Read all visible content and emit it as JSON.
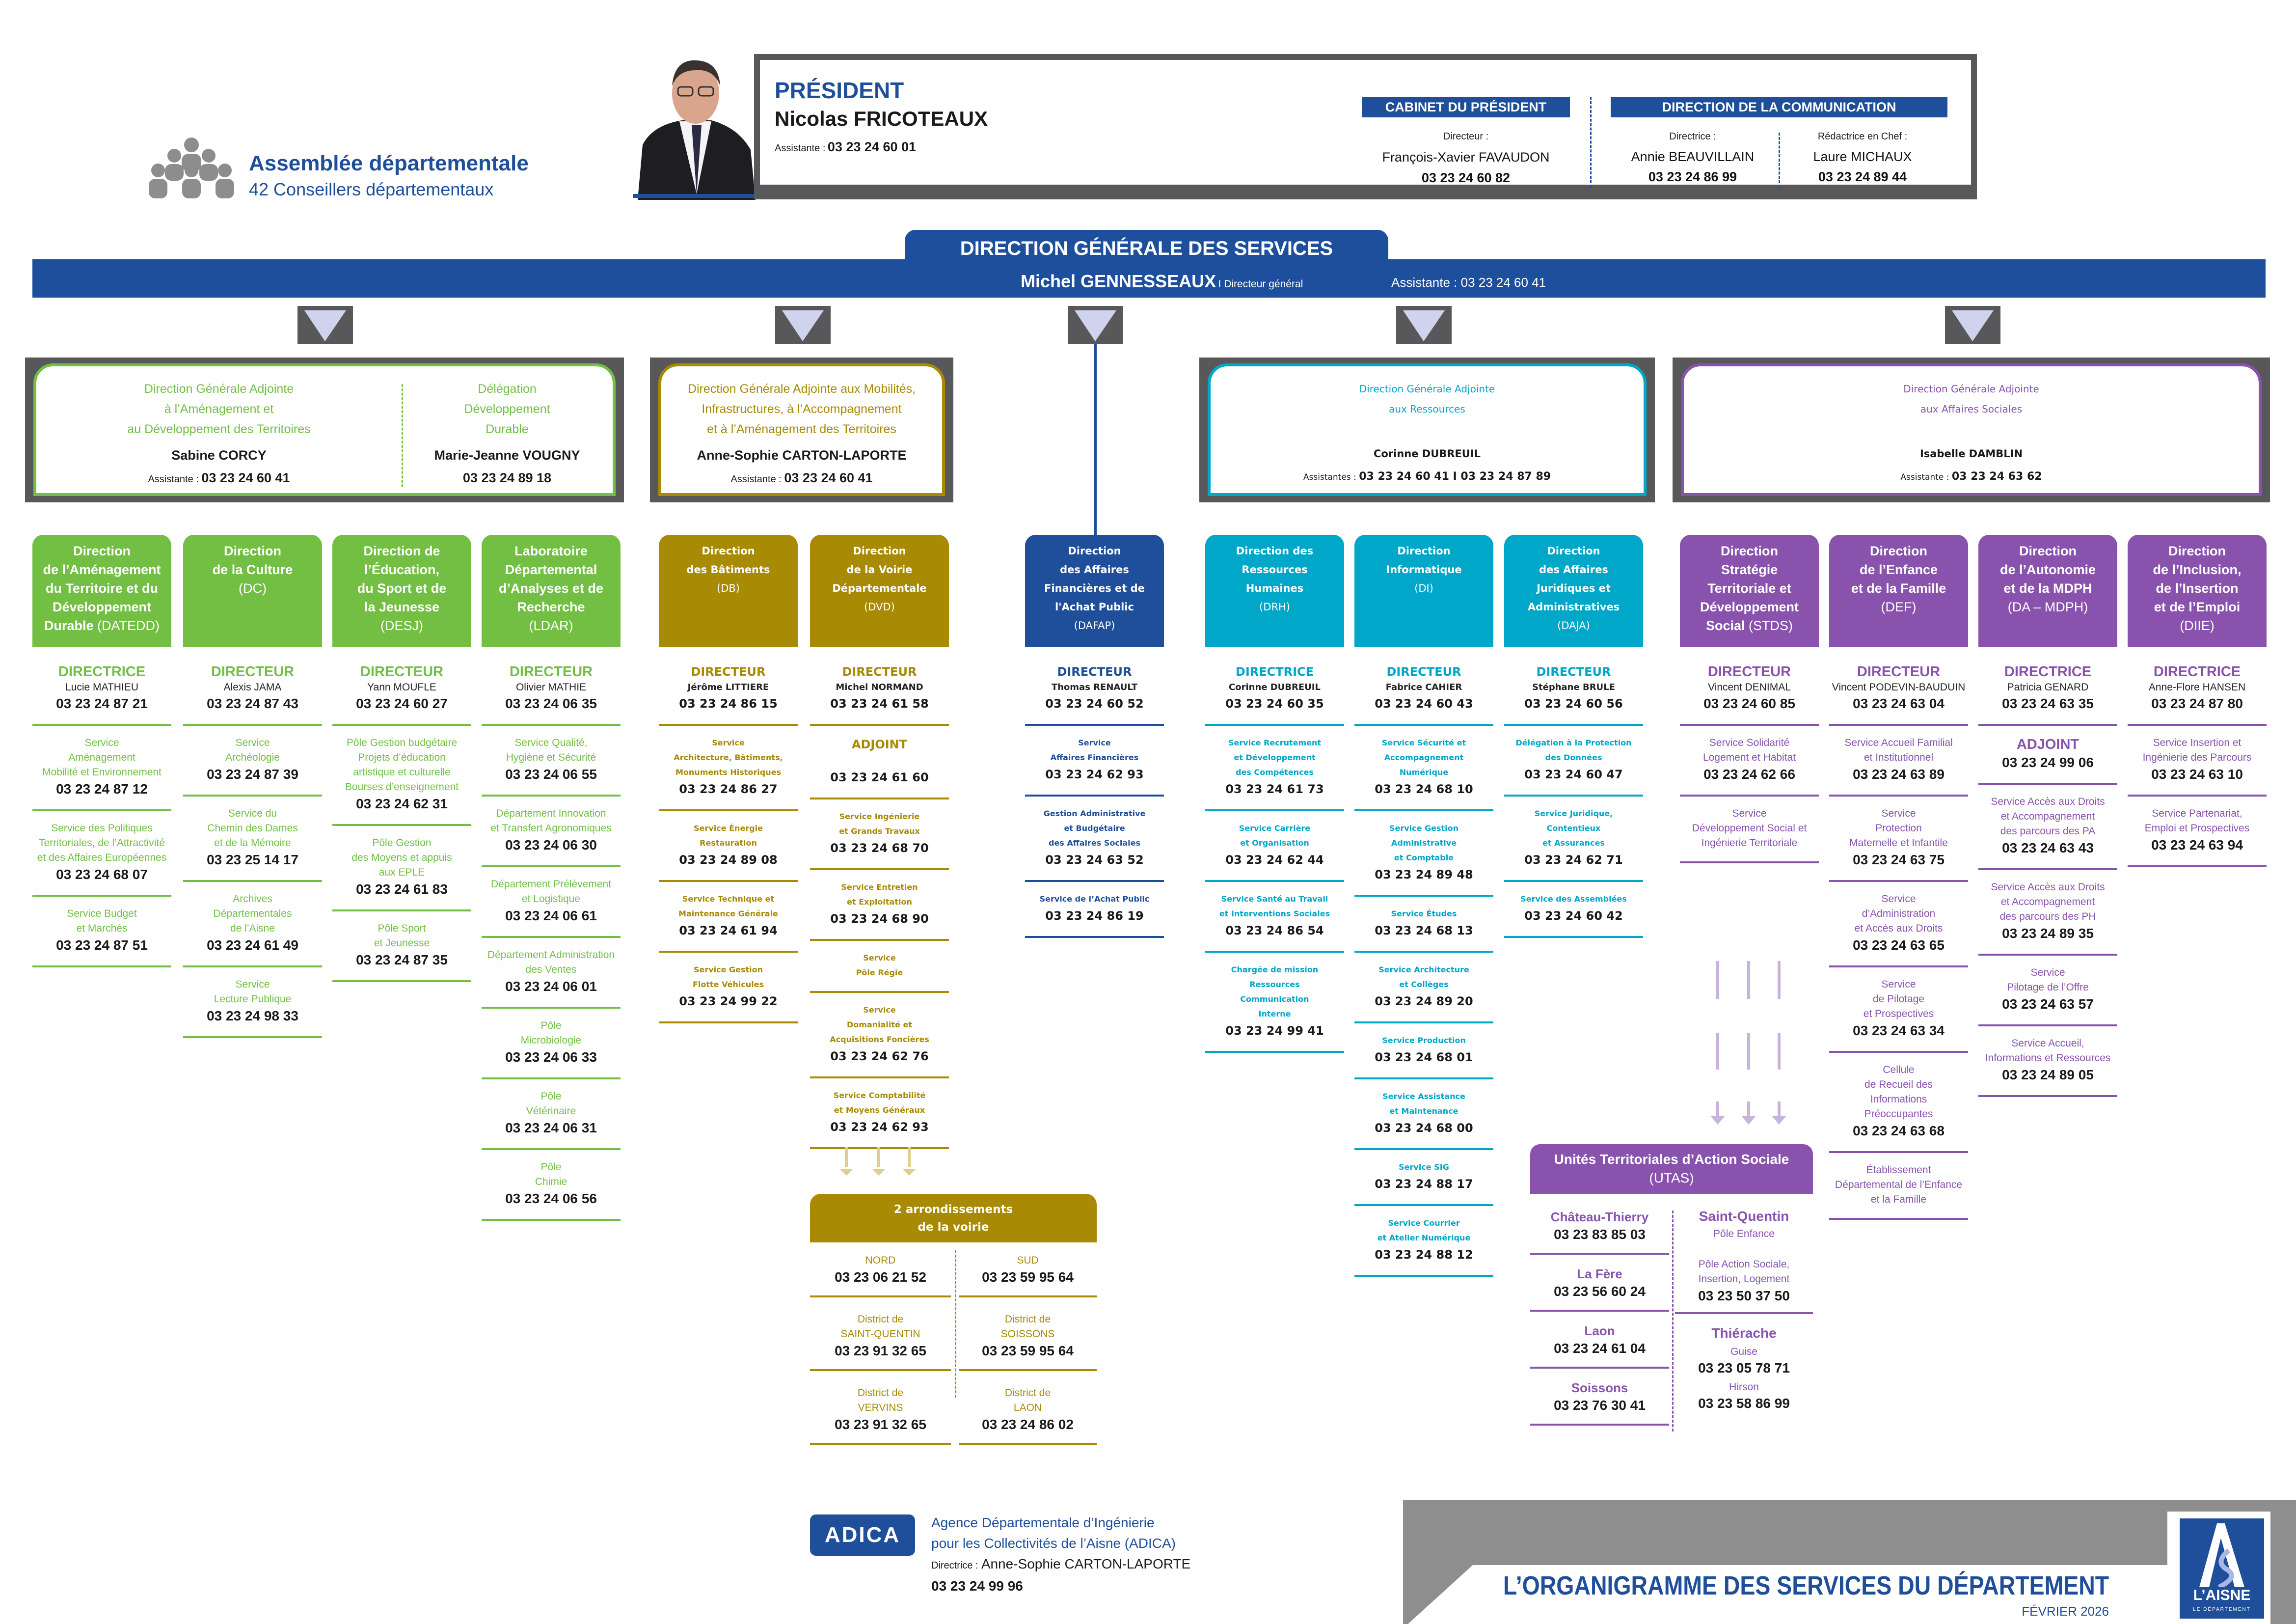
{
  "assembly": {
    "title": "Assemblée départementale",
    "subtitle": "42 Conseillers départementaux"
  },
  "president": {
    "role": "PRÉSIDENT",
    "name": "Nicolas FRICOTEAUX",
    "assistant_label": "Assistante :",
    "assistant_phone": "03 23 24 60 01"
  },
  "cabinet": {
    "label": "CABINET DU PRÉSIDENT",
    "role": "Directeur :",
    "name": "François-Xavier FAVAUDON",
    "phone": "03 23 24 60 82"
  },
  "communication": {
    "label": "DIRECTION DE LA COMMUNICATION",
    "people": [
      {
        "role": "Directrice :",
        "name": "Annie BEAUVILLAIN",
        "phone": "03 23 24 86 99"
      },
      {
        "role": "Rédactrice en Chef :",
        "name": "Laure MICHAUX",
        "phone": "03 23 24 89 44"
      }
    ]
  },
  "dgs": {
    "title": "DIRECTION GÉNÉRALE DES SERVICES",
    "name": "Michel GENNESSEAUX",
    "role": "I Directeur général",
    "assistant": "Assistante : 03 23 24 60 41"
  },
  "colors": {
    "green": "#72bf44",
    "gold": "#a88a05",
    "blue": "#1f4e9a",
    "cyan": "#00a7c8",
    "purple": "#8953ad",
    "gray": "#58585a"
  },
  "dga": [
    {
      "color": "green",
      "sections": [
        {
          "title": "Direction Générale Adjointe\nà l’Aménagement et\nau Développement des Territoires",
          "name": "Sabine CORCY",
          "assistant_label": "Assistante :",
          "phone": "03 23 24 60 41"
        },
        {
          "title": "Délégation\nDéveloppement\nDurable",
          "name": "Marie-Jeanne VOUGNY",
          "assistant_label": "",
          "phone": "03 23 24 89 18"
        }
      ]
    },
    {
      "color": "gold",
      "sections": [
        {
          "title": "Direction Générale Adjointe aux Mobilités,\nInfrastructures, à l’Accompagnement\net à l’Aménagement des Territoires",
          "name": "Anne-Sophie CARTON-LAPORTE",
          "assistant_label": "Assistante :",
          "phone": "03 23 24 60 41"
        }
      ]
    },
    {
      "color": "cyan",
      "sections": [
        {
          "title": "Direction Générale Adjointe\naux Ressources",
          "name": "Corinne DUBREUIL",
          "assistant_label": "Assistantes :",
          "phone": "03 23 24 60 41  I  03 23 24 87 89"
        }
      ]
    },
    {
      "color": "purple",
      "sections": [
        {
          "title": "Direction Générale Adjointe\naux Affaires Sociales",
          "name": "Isabelle DAMBLIN",
          "assistant_label": "Assistante :",
          "phone": "03 23 24 63 62"
        }
      ]
    }
  ],
  "columns": [
    {
      "color": "green",
      "title": "Direction\nde l’Aménagement\ndu Territoire et du\nDéveloppement\nDurable ",
      "abbr": "(DATEDD)",
      "director": {
        "role": "DIRECTRICE",
        "name": "Lucie MATHIEU",
        "phone": "03 23 24 87 21"
      },
      "items": [
        {
          "label": "Service\nAménagement\nMobilité et Environnement",
          "phone": "03 23 24 87 12"
        },
        {
          "label": "Service des Politiques\nTerritoriales, de l’Attractivité\net des Affaires Européennes",
          "phone": "03 23 24 68 07"
        },
        {
          "label": "Service Budget\net Marchés",
          "phone": "03 23 24 87 51"
        }
      ]
    },
    {
      "color": "green",
      "title": "Direction\nde la Culture\n",
      "abbr": "(DC)",
      "director": {
        "role": "DIRECTEUR",
        "name": "Alexis JAMA",
        "phone": "03 23 24 87 43"
      },
      "items": [
        {
          "label": "Service\nArchéologie",
          "phone": "03 23 24 87 39"
        },
        {
          "label": "Service du\nChemin des Dames\net de la Mémoire",
          "phone": "03 23 25 14 17"
        },
        {
          "label": "Archives\nDépartementales\nde l’Aisne",
          "phone": "03 23 24 61 49"
        },
        {
          "label": "Service\nLecture Publique",
          "phone": "03 23 24 98 33"
        }
      ]
    },
    {
      "color": "green",
      "title": "Direction de\nl’Éducation,\ndu Sport et de\nla Jeunesse\n",
      "abbr": "(DESJ)",
      "director": {
        "role": "DIRECTEUR",
        "name": "Yann MOUFLE",
        "phone": "03 23 24 60 27"
      },
      "items": [
        {
          "label": "Pôle Gestion budgétaire\nProjets d’éducation\nartistique et culturelle\nBourses d’enseignement",
          "phone": "03 23 24 62 31"
        },
        {
          "label": "Pôle Gestion\ndes Moyens et appuis\naux EPLE",
          "phone": "03 23 24 61 83"
        },
        {
          "label": "Pôle Sport\net Jeunesse",
          "phone": "03 23 24 87 35"
        }
      ]
    },
    {
      "color": "green",
      "title": "Laboratoire\nDépartemental\nd’Analyses et de\nRecherche\n",
      "abbr": "(LDAR)",
      "director": {
        "role": "DIRECTEUR",
        "name": "Olivier MATHIE",
        "phone": "03 23 24 06 35"
      },
      "items": [
        {
          "label": "Service Qualité,\nHygiène et Sécurité",
          "phone": "03 23 24 06 55"
        },
        {
          "label": "Département Innovation\net Transfert Agronomiques",
          "phone": "03 23 24 06 30"
        },
        {
          "label": "Département Prélèvement\net Logistique",
          "phone": "03 23 24 06 61"
        },
        {
          "label": "Département Administration\ndes Ventes",
          "phone": "03 23 24 06 01"
        },
        {
          "label": "Pôle\nMicrobiologie",
          "phone": "03 23 24 06 33"
        },
        {
          "label": "Pôle\nVétérinaire",
          "phone": "03 23 24 06 31"
        },
        {
          "label": "Pôle\nChimie",
          "phone": "03 23 24 06 56"
        }
      ]
    },
    {
      "color": "gold",
      "title": "Direction\ndes Bâtiments\n",
      "abbr": "(DB)",
      "director": {
        "role": "DIRECTEUR",
        "name": "Jérôme LITTIERE",
        "phone": "03 23 24 86 15"
      },
      "items": [
        {
          "label": "Service\nArchitecture, Bâtiments,\nMonuments Historiques",
          "phone": "03 23 24 86 27"
        },
        {
          "label": "Service Énergie\nRestauration",
          "phone": "03 23 24 89 08"
        },
        {
          "label": "Service Technique et\nMaintenance Générale",
          "phone": "03 23 24 61 94"
        },
        {
          "label": "Service Gestion\nFlotte Véhicules",
          "phone": "03 23 24 99 22"
        }
      ]
    },
    {
      "color": "gold",
      "title": "Direction\nde la Voirie\nDépartementale\n",
      "abbr": "(DVD)",
      "director": {
        "role": "DIRECTEUR",
        "name": "Michel NORMAND",
        "phone": "03 23 24 61 58"
      },
      "items": [
        {
          "role": "ADJOINT",
          "phone": "03 23 24 61 60"
        },
        {
          "label": "Service Ingénierie\net Grands Travaux",
          "phone": "03 23 24 68 70"
        },
        {
          "label": "Service Entretien\net Exploitation",
          "phone": "03 23 24 68 90"
        },
        {
          "label": "Service\nPôle Régie"
        },
        {
          "label": "Service\nDomanialité et\nAcquisitions Foncières",
          "phone": "03 23 24 62 76"
        },
        {
          "label": "Service Comptabilité\net Moyens Généraux",
          "phone": "03 23 24 62 93"
        }
      ]
    },
    {
      "color": "blue",
      "title": "Direction\ndes Affaires\nFinancières et de\nl'Achat Public\n",
      "abbr": "(DAFAP)",
      "director": {
        "role": "DIRECTEUR",
        "name": "Thomas RENAULT",
        "phone": "03 23 24 60 52"
      },
      "items": [
        {
          "label": "Service\nAffaires Financières",
          "phone": "03 23 24 62 93"
        },
        {
          "label": "Gestion Administrative\net Budgétaire\ndes Affaires Sociales",
          "phone": "03 23 24 63 52"
        },
        {
          "label": "Service de l’Achat Public",
          "phone": "03 23 24 86 19"
        }
      ]
    },
    {
      "color": "cyan",
      "title": "Direction des\nRessources\nHumaines\n",
      "abbr": "(DRH)",
      "director": {
        "role": "DIRECTRICE",
        "name": "Corinne DUBREUIL",
        "phone": "03 23 24 60 35"
      },
      "items": [
        {
          "label": "Service Recrutement\net Développement\ndes Compétences",
          "phone": "03 23 24 61 73"
        },
        {
          "label": "Service Carrière\net Organisation",
          "phone": "03 23 24 62 44"
        },
        {
          "label": "Service Santé au Travail\net Interventions Sociales",
          "phone": "03 23 24 86 54"
        },
        {
          "label": "Chargée de mission\nRessources\nCommunication\nInterne",
          "phone": "03 23 24 99 41"
        }
      ]
    },
    {
      "color": "cyan",
      "title": "Direction\nInformatique\n",
      "abbr": "(DI)",
      "director": {
        "role": "DIRECTEUR",
        "name": "Fabrice CAHIER",
        "phone": "03 23 24 60 43"
      },
      "items": [
        {
          "label": "Service Sécurité et\nAccompagnement\nNumérique",
          "phone": "03 23 24 68 10"
        },
        {
          "label": "Service Gestion\nAdministrative\net Comptable",
          "phone": "03 23 24 89 48"
        },
        {
          "label": "Service Études",
          "phone": "03 23 24 68 13"
        },
        {
          "label": "Service Architecture\net Collèges",
          "phone": "03 23 24 89 20"
        },
        {
          "label": "Service Production",
          "phone": "03 23 24 68 01"
        },
        {
          "label": "Service Assistance\net Maintenance",
          "phone": "03 23 24 68 00"
        },
        {
          "label": "Service SIG",
          "phone": "03 23 24 88 17"
        },
        {
          "label": "Service Courrier\net Atelier Numérique",
          "phone": "03 23 24 88 12"
        }
      ]
    },
    {
      "color": "cyan",
      "title": "Direction\ndes Affaires\nJuridiques et\nAdministratives\n",
      "abbr": "(DAJA)",
      "director": {
        "role": "DIRECTEUR",
        "name": "Stéphane BRULE",
        "phone": "03 23 24 60 56"
      },
      "items": [
        {
          "label": "Délégation à la Protection\ndes Données",
          "phone": "03 23 24 60 47"
        },
        {
          "label": "Service Juridique,\nContentieux\net Assurances",
          "phone": "03 23 24 62 71"
        },
        {
          "label": "Service des Assemblées",
          "phone": "03 23 24 60 42"
        }
      ]
    },
    {
      "color": "purple",
      "title": "Direction\nStratégie\nTerritoriale et\nDéveloppement\nSocial ",
      "abbr": "(STDS)",
      "director": {
        "role": "DIRECTEUR",
        "name": "Vincent DENIMAL",
        "phone": "03 23 24 60 85"
      },
      "items": [
        {
          "label": "Service Solidarité\nLogement et Habitat",
          "phone": "03 23 24 62 66"
        },
        {
          "label": "Service\nDéveloppement Social et\nIngénierie Territoriale"
        }
      ]
    },
    {
      "color": "purple",
      "title": "Direction\nde l’Enfance\net de la Famille\n",
      "abbr": "(DEF)",
      "director": {
        "role": "DIRECTEUR",
        "name": "Vincent PODEVIN-BAUDUIN",
        "phone": "03 23 24 63 04"
      },
      "items": [
        {
          "label": "Service Accueil Familial\net Institutionnel",
          "phone": "03 23 24 63 89"
        },
        {
          "label": "Service\nProtection\nMaternelle et Infantile",
          "phone": "03 23 24 63 75"
        },
        {
          "label": "Service\nd’Administration\net Accès aux Droits",
          "phone": "03 23 24 63 65"
        },
        {
          "label": "Service\nde Pilotage\net Prospectives",
          "phone": "03 23 24 63 34"
        },
        {
          "label": "Cellule\nde Recueil des\nInformations\nPréoccupantes",
          "phone": "03 23 24 63 68"
        },
        {
          "label": "Établissement\nDépartemental de l’Enfance\net la Famille"
        }
      ]
    },
    {
      "color": "purple",
      "title": "Direction\nde l’Autonomie\net de la MDPH\n",
      "abbr": "(DA – MDPH)",
      "director": {
        "role": "DIRECTRICE",
        "name": "Patricia GENARD",
        "phone": "03 23 24 63 35"
      },
      "items": [
        {
          "role": "ADJOINT",
          "phone": "03 23 24 99 06",
          "compact": true
        },
        {
          "label": "Service Accès aux Droits\net Accompagnement\ndes parcours des PA",
          "phone": "03 23 24 63 43"
        },
        {
          "label": "Service Accès aux Droits\net Accompagnement\ndes parcours des PH",
          "phone": "03 23 24 89 35"
        },
        {
          "label": "Service\nPilotage de l’Offre",
          "phone": "03 23 24 63 57"
        },
        {
          "label": "Service Accueil,\nInformations et Ressources",
          "phone": "03 23 24 89 05"
        }
      ]
    },
    {
      "color": "purple",
      "title": "Direction\nde l’Inclusion,\nde l’Insertion\net de l’Emploi\n",
      "abbr": "(DIIE)",
      "director": {
        "role": "DIRECTRICE",
        "name": "Anne-Flore HANSEN",
        "phone": "03 23 24 87 80"
      },
      "items": [
        {
          "label": "Service  Insertion et\nIngénierie des Parcours",
          "phone": "03 23 24 63 10"
        },
        {
          "label": "Service Partenariat,\nEmploi et Prospectives",
          "phone": "03 23 24 63 94"
        }
      ]
    }
  ],
  "arrondissements": {
    "title": "2 arrondissements\nde la voirie",
    "left": [
      {
        "label": "NORD",
        "phone": "03 23 06 21 52"
      },
      {
        "label": "District de\nSAINT-QUENTIN",
        "phone": "03 23 91 32 65"
      },
      {
        "label": "District de\nVERVINS",
        "phone": "03 23 91 32 65"
      }
    ],
    "right": [
      {
        "label": "SUD",
        "phone": "03 23 59 95 64"
      },
      {
        "label": "District de\nSOISSONS",
        "phone": "03 23 59 95 64"
      },
      {
        "label": "District de\nLAON",
        "phone": "03 23 24 86 02"
      }
    ]
  },
  "utas": {
    "title": "Unités Territoriales d’Action Sociale",
    "abbr": "(UTAS)",
    "left": [
      {
        "name": "Château-Thierry",
        "phone": "03 23 83 85 03"
      },
      {
        "name": "La Fère",
        "phone": "03 23 56 60 24"
      },
      {
        "name": "Laon",
        "phone": "03 23 24 61 04"
      },
      {
        "name": "Soissons",
        "phone": "03 23 76 30 41"
      }
    ],
    "saint_quentin": {
      "name": "Saint-Quentin",
      "pole1": "Pôle Enfance",
      "pole2": "Pôle Action Sociale,\nInsertion, Logement",
      "phone": "03 23 50 37 50"
    },
    "thierache": {
      "name": "Thiérache",
      "site1": "Guise",
      "phone1": "03 23 05 78 71",
      "site2": "Hirson",
      "phone2": "03 23 58 86 99"
    }
  },
  "adica": {
    "logo": "ADICA",
    "line1": "Agence Départementale d’Ingénierie",
    "line2": "pour les Collectivités de l’Aisne (ADICA)",
    "role": "Directrice :",
    "name": "Anne-Sophie CARTON-LAPORTE",
    "phone": "03 23 24 99 96"
  },
  "footer": {
    "title": "L’ORGANIGRAMME DES SERVICES DU DÉPARTEMENT",
    "date": "FÉVRIER 2026",
    "logo_text": "L’AISNE",
    "logo_sub": "LE DÉPARTEMENT"
  }
}
